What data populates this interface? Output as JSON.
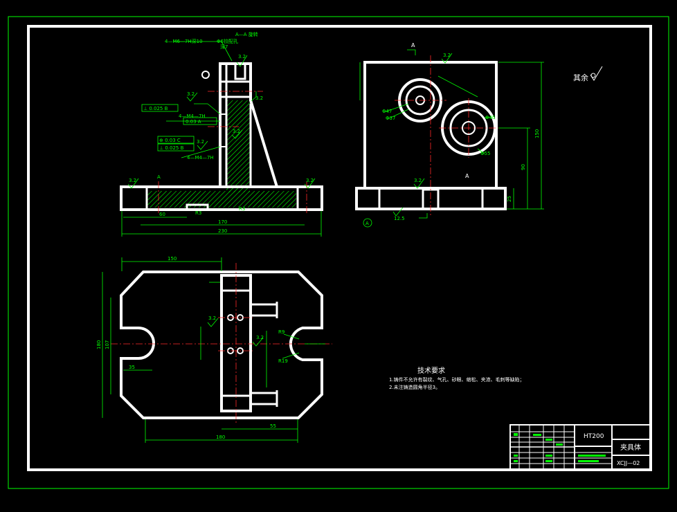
{
  "colors": {
    "background": "#000000",
    "outline": "#ffffff",
    "dimension": "#00ff00",
    "centerline": "#ff2a2a"
  },
  "front_view": {
    "section_title": "A—A  旋转",
    "callout_thread_top": "4—M6—7H深10",
    "callout_bore_note": "Φ6铰配孔",
    "callout_depth": "深7",
    "callout_thread_mid": "4—M4—7H",
    "callout_thread_low": "4—M4—7H",
    "tolerance_1": "⊥ 0.025 B",
    "tolerance_2": "0.03 A",
    "tolerance_3": "⊕ 0.03 C",
    "tolerance_4": "⊥ 0.025 B",
    "rough_values": [
      "3.2",
      "3.2",
      "3.2",
      "3.2",
      "3.2",
      "3.2",
      "3.2"
    ],
    "datum_a": "A",
    "fillet_r3": "R3",
    "fillet_r3b": "R3",
    "dim_a": "60",
    "dim_b": "170",
    "dim_c": "230"
  },
  "side_view": {
    "section_mark_top": "A",
    "section_mark_bottom": "A",
    "rough_top": "3.2",
    "rough_bottom": "3.2",
    "rough_base": "12.5",
    "dia_47": "Φ47",
    "dia_37": "Φ37",
    "dia_45": "Φ45",
    "dia_55": "Φ55",
    "datum_circle": "A",
    "dim_height": "150",
    "dim_mid": "90",
    "dim_base": "25"
  },
  "plan_view": {
    "dim_top": "150",
    "dim_bottom": "180",
    "dim_right": "55",
    "dim_left_a": "180",
    "dim_left_b": "107",
    "dim_slot": "35",
    "r9": "R9",
    "r19": "R19",
    "rough_mid": "3.2",
    "rough_right": "3.2"
  },
  "surface_note": "其余",
  "tech_requirements": {
    "title": "技术要求",
    "items": [
      "1.铸件不允许有裂纹、气孔、砂眼、缩松、夹渣、毛刺等缺陷；",
      "2.未注铸造圆角半径3。"
    ]
  },
  "title_block": {
    "material": "HT200",
    "part_name": "夹具体",
    "drawing_no": "XCJJ—02"
  }
}
